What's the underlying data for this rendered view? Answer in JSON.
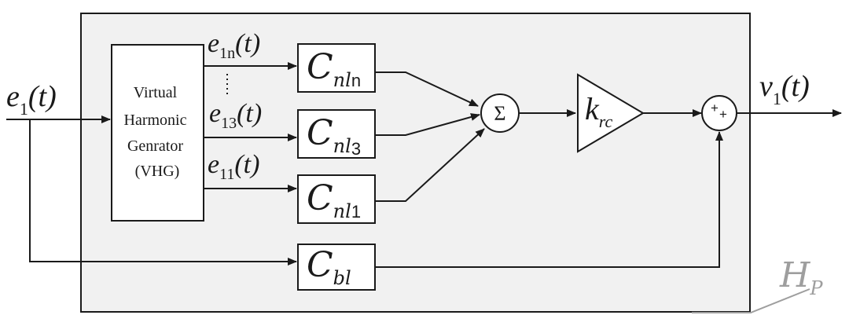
{
  "input_signal": {
    "base": "e",
    "sub": "1",
    "arg": "(t)"
  },
  "output_signal": {
    "base": "v",
    "sub": "1",
    "arg": "(t)"
  },
  "vhg_block": {
    "lines": [
      "Virtual",
      "Harmonic",
      "Genrator",
      "(VHG)"
    ]
  },
  "harmonic_signals": [
    {
      "base": "e",
      "sub": "1n",
      "arg": "(t)"
    },
    {
      "base": "e",
      "sub": "13",
      "arg": "(t)"
    },
    {
      "base": "e",
      "sub": "11",
      "arg": "(t)"
    }
  ],
  "controllers": [
    {
      "symbol": "C",
      "sub_italic": "nl",
      "sub_tail": "n"
    },
    {
      "symbol": "C",
      "sub_italic": "nl",
      "sub_tail": "3"
    },
    {
      "symbol": "C",
      "sub_italic": "nl",
      "sub_tail": "1"
    }
  ],
  "baseline_controller": {
    "symbol": "C",
    "sub": "bl"
  },
  "summer": {
    "symbol": "Σ"
  },
  "gain": {
    "base": "k",
    "sub": "rc"
  },
  "adder": {
    "sign_top": "+",
    "sign_bottom": "+"
  },
  "system_label": {
    "symbol": "H",
    "sub": "P"
  },
  "colors": {
    "enclosure_fill": "#f1f1f1",
    "line": "#1a1a1a",
    "system_label": "#9e9e9e"
  }
}
